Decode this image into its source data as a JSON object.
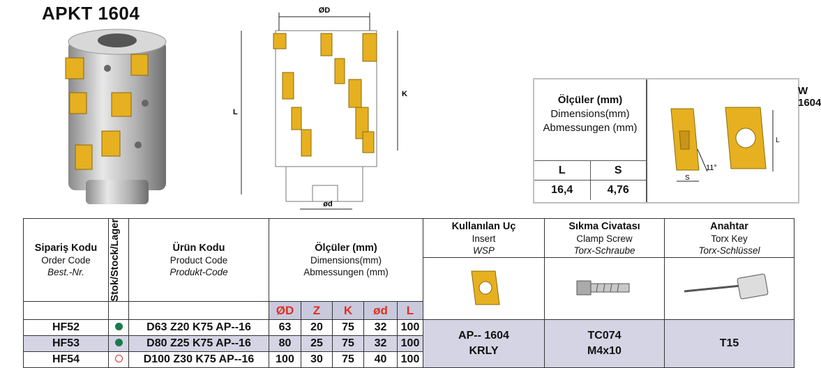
{
  "title": "APKT 1604",
  "drawing": {
    "od_label": "ØD",
    "l_label": "L",
    "k_label": "K",
    "d_label": "ød"
  },
  "insert_dims": {
    "header_bold": "Ölçüler (mm)",
    "header_en": "Dimensions(mm)",
    "header_de": "Abmessungen (mm)",
    "col_l": "L",
    "col_s": "S",
    "val_l": "16,4",
    "val_s": "4,76",
    "insert_name": "W 1604",
    "angle": "11°",
    "s_label": "S",
    "l_label": "L"
  },
  "table": {
    "order_code": {
      "tr": "Sipariş Kodu",
      "en": "Order Code",
      "de": "Best.-Nr."
    },
    "stock": "Stok/Stock/Lager",
    "product_code": {
      "tr": "Ürün Kodu",
      "en": "Product Code",
      "de": "Produkt-Code"
    },
    "dimensions": {
      "tr": "Ölçüler (mm)",
      "en": "Dimensions(mm)",
      "de": "Abmessungen (mm)"
    },
    "insert": {
      "tr": "Kullanılan Uç",
      "en": "Insert",
      "de": "WSP"
    },
    "screw": {
      "tr": "Sıkma Civatası",
      "en": "Clamp Screw",
      "de": "Torx-Schraube"
    },
    "key": {
      "tr": "Anahtar",
      "en": "Torx Key",
      "de": "Torx-Schlüssel"
    },
    "dim_cols": [
      "ØD",
      "Z",
      "K",
      "ød",
      "L"
    ],
    "rows": [
      {
        "code": "HF52",
        "stock": "in",
        "product": "D63 Z20 K75 AP--16",
        "D": "63",
        "Z": "20",
        "K": "75",
        "d": "32",
        "L": "100"
      },
      {
        "code": "HF53",
        "stock": "in",
        "product": "D80 Z25 K75 AP--16",
        "D": "80",
        "Z": "25",
        "K": "75",
        "d": "32",
        "L": "100"
      },
      {
        "code": "HF54",
        "stock": "out",
        "product": "D100 Z30 K75 AP--16",
        "D": "100",
        "Z": "30",
        "K": "75",
        "d": "40",
        "L": "100"
      }
    ],
    "insert_value": [
      "AP-- 1604",
      "KRLY"
    ],
    "screw_value": [
      "TC074",
      "M4x10"
    ],
    "key_value": "T15"
  },
  "colors": {
    "insert_gold": "#e6b020",
    "row_shade": "#d4d4e4",
    "dim_red": "#e0301e",
    "stock_green": "#1b7a4d"
  }
}
